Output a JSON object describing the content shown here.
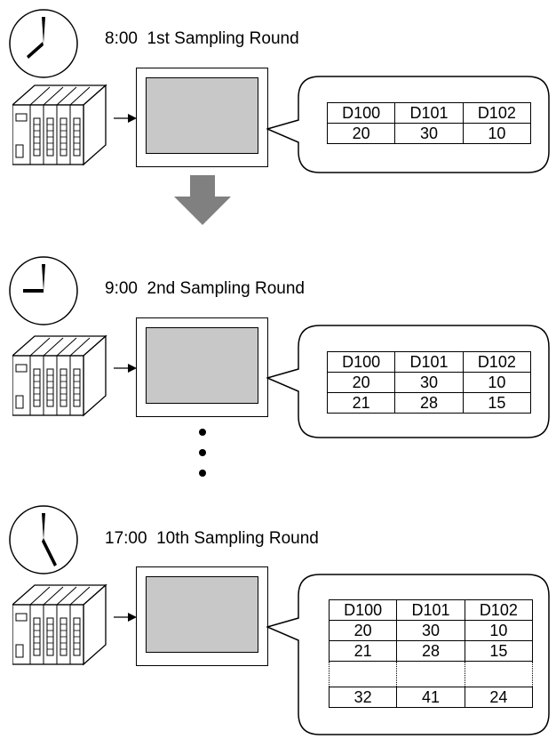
{
  "rounds": [
    {
      "title": "8:00  1st Sampling Round",
      "clock": "clock-icon-8",
      "headers": [
        "D100",
        "D101",
        "D102"
      ],
      "rows": [
        [
          "20",
          "30",
          "10"
        ]
      ]
    },
    {
      "title": "9:00  2nd Sampling Round",
      "clock": "clock-icon-9",
      "headers": [
        "D100",
        "D101",
        "D102"
      ],
      "rows": [
        [
          "20",
          "30",
          "10"
        ],
        [
          "21",
          "28",
          "15"
        ]
      ]
    },
    {
      "title": "17:00  10th Sampling Round",
      "clock": "clock-icon-17",
      "headers": [
        "D100",
        "D101",
        "D102"
      ],
      "rows": [
        [
          "20",
          "30",
          "10"
        ],
        [
          "21",
          "28",
          "15"
        ],
        [
          "",
          "",
          ""
        ],
        [
          "32",
          "41",
          "24"
        ]
      ]
    }
  ],
  "colors": {
    "screen": "#c8c8c8",
    "arrow": "#808080"
  }
}
